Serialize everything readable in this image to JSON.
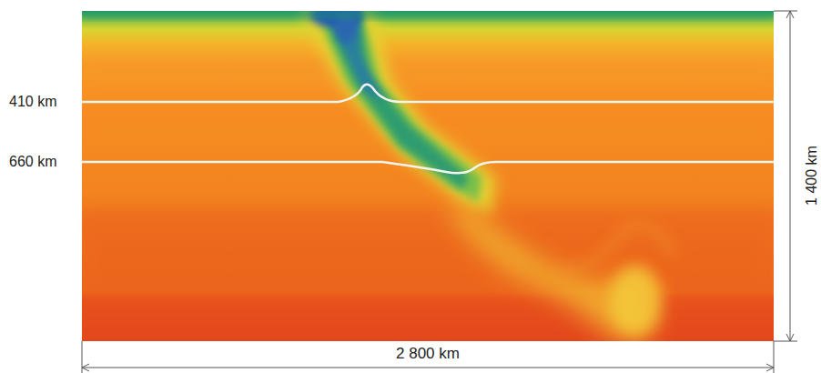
{
  "diagram": {
    "labels": [
      "410 km",
      "660 km",
      "1 400 km",
      "2 800 km"
    ]
  }
}
